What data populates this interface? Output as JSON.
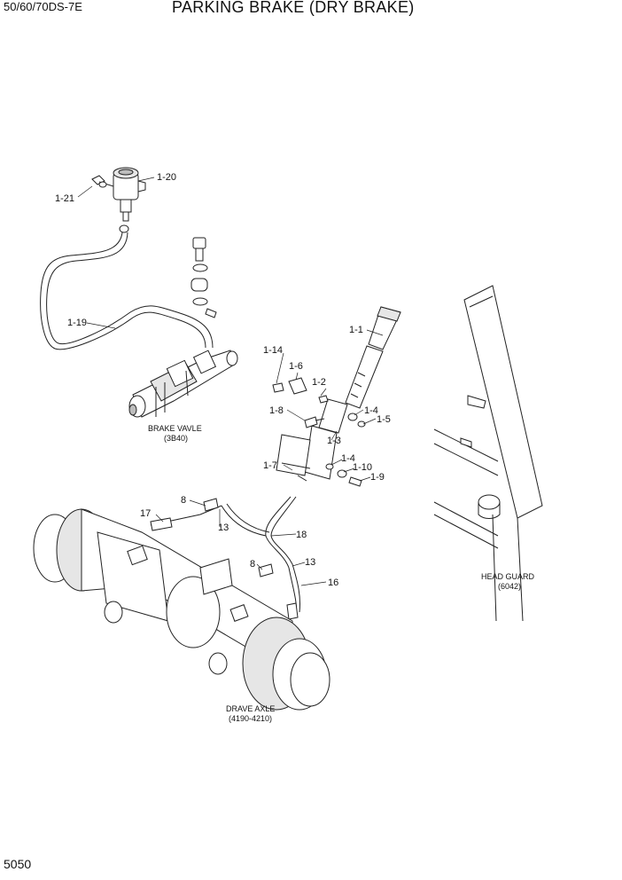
{
  "header": {
    "model": "50/60/70DS-7E",
    "title": "PARKING BRAKE (DRY BRAKE)"
  },
  "page_number": "5050",
  "part_labels": {
    "p1_1": "1-1",
    "p1_2": "1-2",
    "p1_3": "1-3",
    "p1_4a": "1-4",
    "p1_4b": "1-4",
    "p1_5": "1-5",
    "p1_6": "1-6",
    "p1_7": "1-7",
    "p1_8": "1-8",
    "p1_9": "1-9",
    "p1_10": "1-10",
    "p1_14": "1-14",
    "p1_19": "1-19",
    "p1_20": "1-20",
    "p1_21": "1-21",
    "p8a": "8",
    "p8b": "8",
    "p13a": "13",
    "p13b": "13",
    "p16": "16",
    "p17": "17",
    "p18": "18"
  },
  "captions": {
    "brake_valve": {
      "name": "BRAKE VAVLE",
      "ref": "(3B40)"
    },
    "head_guard": {
      "name": "HEAD GUARD",
      "ref": "(6042)"
    },
    "drive_axle": {
      "name": "DRAVE AXLE",
      "ref": "(4190-4210)"
    }
  }
}
